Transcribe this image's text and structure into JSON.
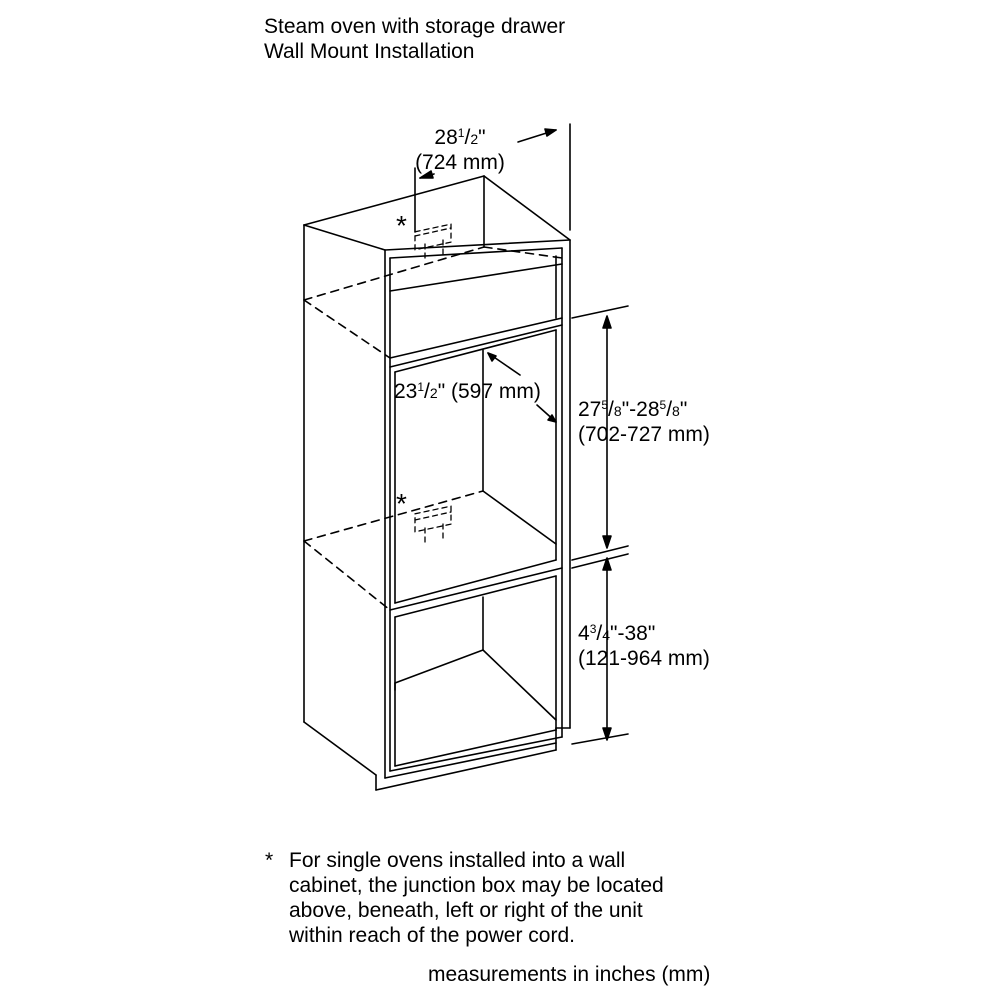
{
  "title": {
    "line1": "Steam oven with storage drawer",
    "line2": "Wall Mount Installation"
  },
  "dimensions": {
    "width": {
      "whole": "28",
      "num": "1",
      "den": "2",
      "inch": "\"",
      "mm": "(724 mm)"
    },
    "depth": {
      "whole": "23",
      "num": "1",
      "den": "2",
      "inch": "\"",
      "mm": "(597 mm)"
    },
    "cutout_height": {
      "a_whole": "27",
      "a_num": "5",
      "a_den": "8",
      "sep": "\"-",
      "b_whole": "28",
      "b_num": "5",
      "b_den": "8",
      "inch": "\"",
      "mm": "(702-727 mm)"
    },
    "floor_height": {
      "whole": "4",
      "num": "3",
      "den": "4",
      "rest": "\"-38\"",
      "mm": "(121-964 mm)"
    }
  },
  "junction_box_marker": "*",
  "footnote": {
    "marker": "*",
    "lines": [
      "For single ovens installed into a wall",
      "cabinet, the junction box may be located",
      "above, beneath, left or right of the unit",
      "within reach of the power cord."
    ]
  },
  "units_note": "measurements in inches (mm)"
}
